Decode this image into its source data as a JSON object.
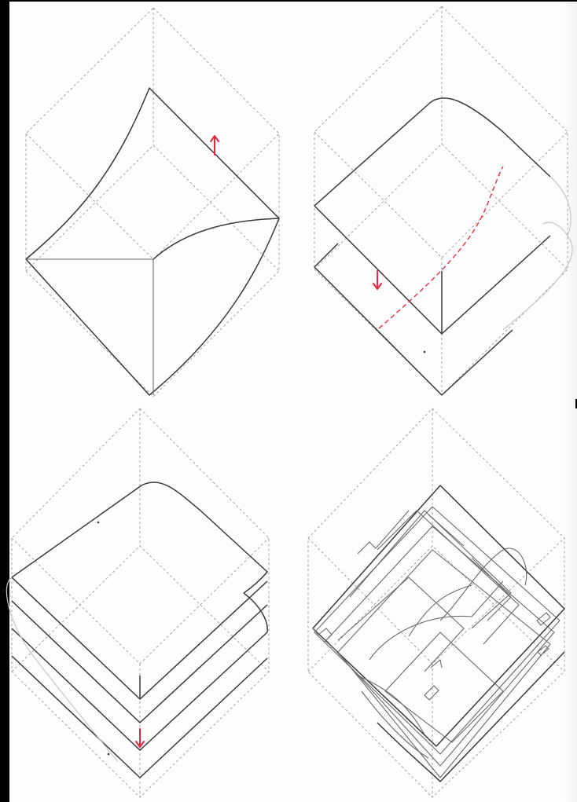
{
  "figure": {
    "panels": [
      {
        "id": "panel-1",
        "arrow_direction": "up",
        "arrow_color": "#e2283f"
      },
      {
        "id": "panel-2",
        "arrow_direction": "down",
        "arrow_color": "#e2283f",
        "dashed_fold_color": "#e23a4f"
      },
      {
        "id": "panel-3",
        "arrow_direction": "down",
        "arrow_color": "#e2283f"
      },
      {
        "id": "panel-4",
        "arrow_direction": "none"
      }
    ],
    "colors": {
      "background": "#fdfdfd",
      "frame": "#000000",
      "guide_lines": "#9a9a9a",
      "surface_lines": "#3a3a3a",
      "accent": "#e2283f"
    }
  }
}
